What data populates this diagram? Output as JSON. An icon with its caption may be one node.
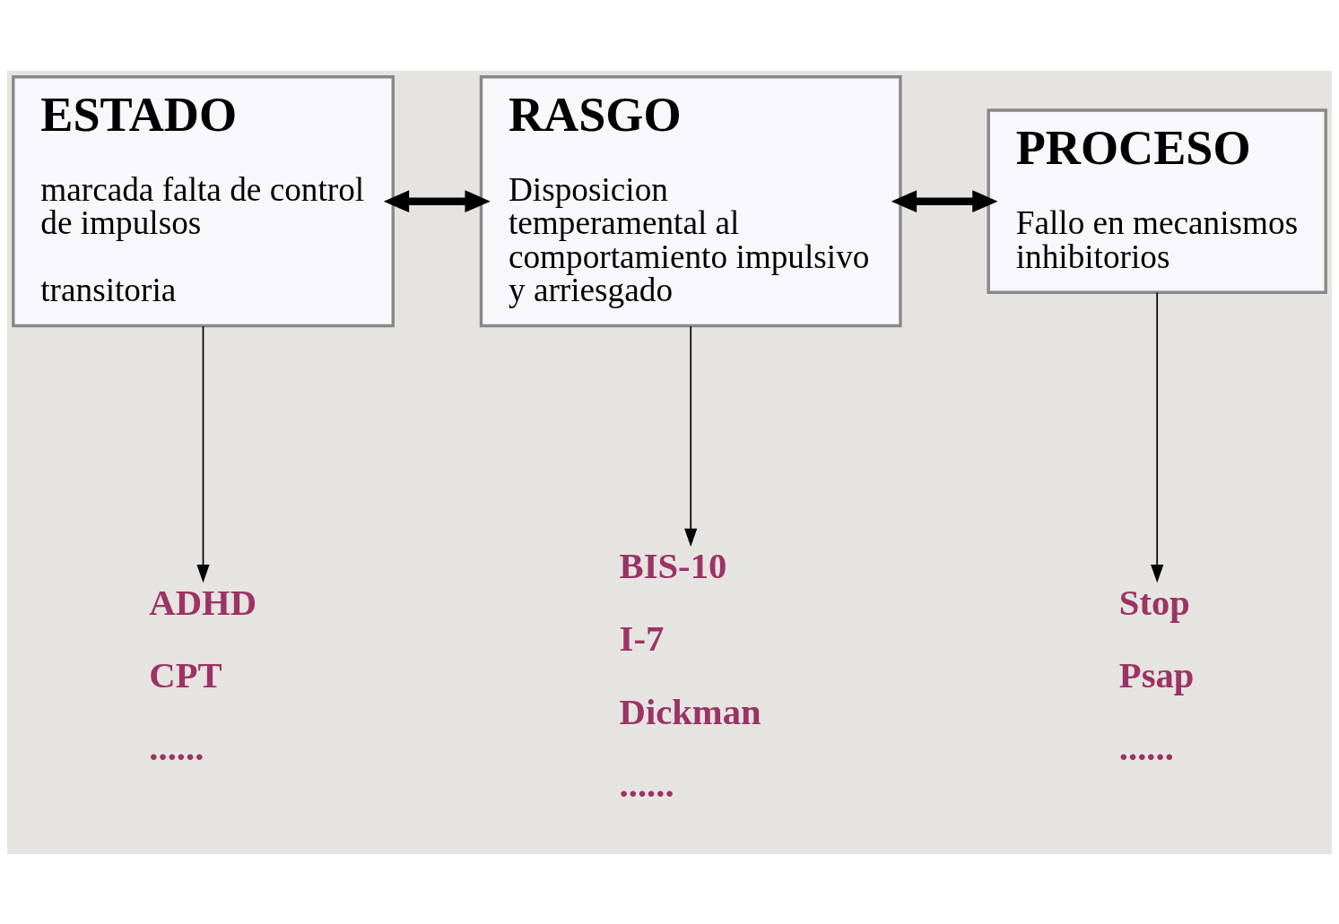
{
  "diagram": {
    "nodes": [
      {
        "text": [
          "ESTADO",
          "marcada falta de control de impulsos",
          "transitoria"
        ]
      },
      {
        "text": [
          "RASGO",
          "Disposicion temperamental al comportamiento impulsivo y arriesgado"
        ]
      },
      {
        "text": [
          "PROCESO",
          "Fallo en mecanismos inhibitorios"
        ]
      },
      {
        "text": [
          "ADHD",
          "CPT",
          "......"
        ]
      },
      {
        "text": [
          "BIS-10",
          "I-7",
          "Dickman",
          "......"
        ]
      },
      {
        "text": [
          "Stop",
          "Psap",
          "......"
        ]
      }
    ],
    "edges": [
      {
        "from": 0,
        "to": 1,
        "arrow": "both",
        "style": "thick"
      },
      {
        "from": 1,
        "to": 2,
        "arrow": "both",
        "style": "thick"
      },
      {
        "from": 0,
        "to": 3,
        "arrow": "to"
      },
      {
        "from": 1,
        "to": 4,
        "arrow": "to"
      },
      {
        "from": 2,
        "to": 5,
        "arrow": "to"
      }
    ]
  }
}
